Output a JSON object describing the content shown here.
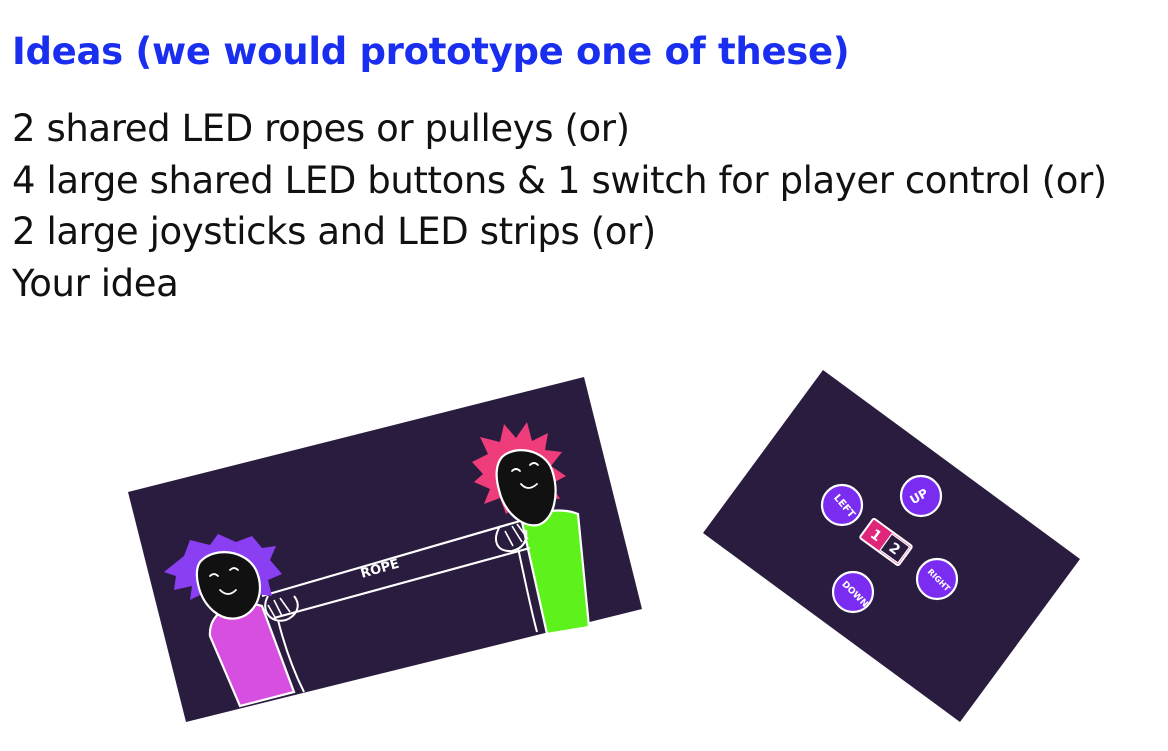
{
  "heading": "Ideas (we would prototype one of these)",
  "ideas": [
    "2 shared LED ropes or pulleys (or)",
    "4 large shared LED buttons & 1 switch for player control (or)",
    "2 large joysticks and LED strips (or)",
    "Your idea"
  ],
  "rope_card": {
    "rope_label": "ROPE",
    "colors": {
      "background": "#2a1c3e",
      "player_left_hair": "#8a3ff2",
      "player_left_body": "#d64fe0",
      "player_right_hair": "#ef3c7a",
      "player_right_body": "#5df21c"
    }
  },
  "button_card": {
    "buttons": {
      "left": "LEFT",
      "up": "UP",
      "down": "DOWN",
      "right": "RIGHT"
    },
    "switch": {
      "label_1": "1",
      "label_2": "2"
    },
    "colors": {
      "background": "#2a1c3e",
      "button": "#7a2cf0",
      "switch": "#e0267a"
    }
  }
}
